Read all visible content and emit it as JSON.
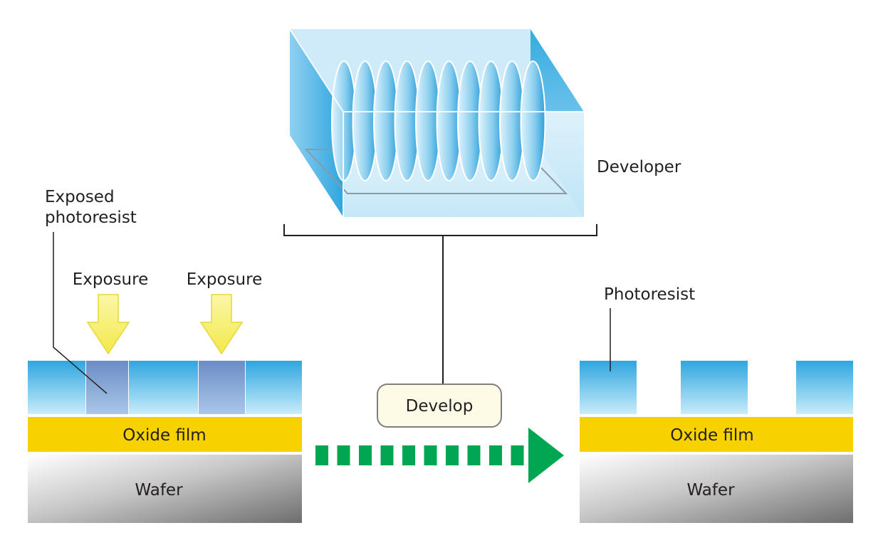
{
  "labels": {
    "developer": "Developer",
    "exposed_photoresist_line1": "Exposed",
    "exposed_photoresist_line2": "photoresist",
    "exposure_left": "Exposure",
    "exposure_right": "Exposure",
    "photoresist": "Photoresist",
    "develop": "Develop",
    "oxide_film_left": "Oxide film",
    "oxide_film_right": "Oxide film",
    "wafer_left": "Wafer",
    "wafer_right": "Wafer"
  },
  "colors": {
    "oxide": "#f7d100",
    "arrow_green": "#00a651",
    "exposure_arrow": "#f5ef5a",
    "resist_top": "#2ea6df",
    "resist_bottom": "#c6e9f8",
    "exposed_resist": "#7d9ccf"
  },
  "icons": {
    "exposure_arrows": "arrow-down-icon",
    "process_arrow": "arrow-right-icon"
  }
}
